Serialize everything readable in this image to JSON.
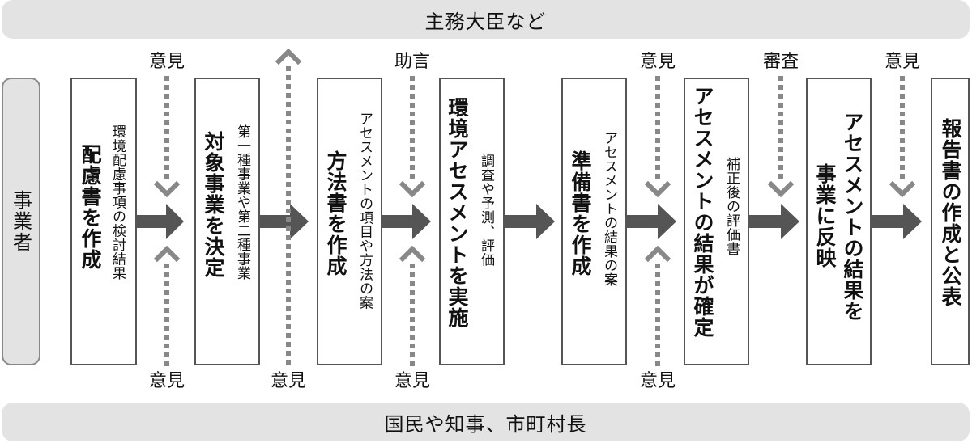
{
  "top_band": "主務大臣など",
  "bottom_band": "国民や知事、市町村長",
  "actor": "事業者",
  "boxes": {
    "b1": {
      "main": [
        "配慮書を作成"
      ],
      "sub": "環境配慮事項の検討結果"
    },
    "b2": {
      "main": [
        "対象事業を決定"
      ],
      "sub": "第一種事業や第二種事業"
    },
    "b3": {
      "main": [
        "方法書を作成"
      ],
      "sub": "アセスメントの項目や方法の案"
    },
    "b4": {
      "main": [
        "環境アセスメントを実施"
      ],
      "sub": "調査や予測、評価"
    },
    "b5": {
      "main": [
        "準備書を作成"
      ],
      "sub": "アセスメントの結果の案"
    },
    "b6": {
      "main": [
        "アセスメントの結果が確定"
      ],
      "sub": "補正後の評価書"
    },
    "b7": {
      "main": [
        "アセスメントの結果を",
        "事業に反映"
      ]
    },
    "b8": {
      "main": [
        "報告書の作成と公表"
      ]
    }
  },
  "top_labels": {
    "l1": "意見",
    "l2": "助言",
    "l3": "意見",
    "l4": "審査",
    "l5": "意見"
  },
  "bottom_labels": {
    "l1": "意見",
    "l2": "意見",
    "l3": "意見",
    "l4": "意見"
  },
  "colors": {
    "band": "#e3e3e3",
    "arrow": "#555555",
    "dotted": "#888888",
    "border": "#555555"
  }
}
